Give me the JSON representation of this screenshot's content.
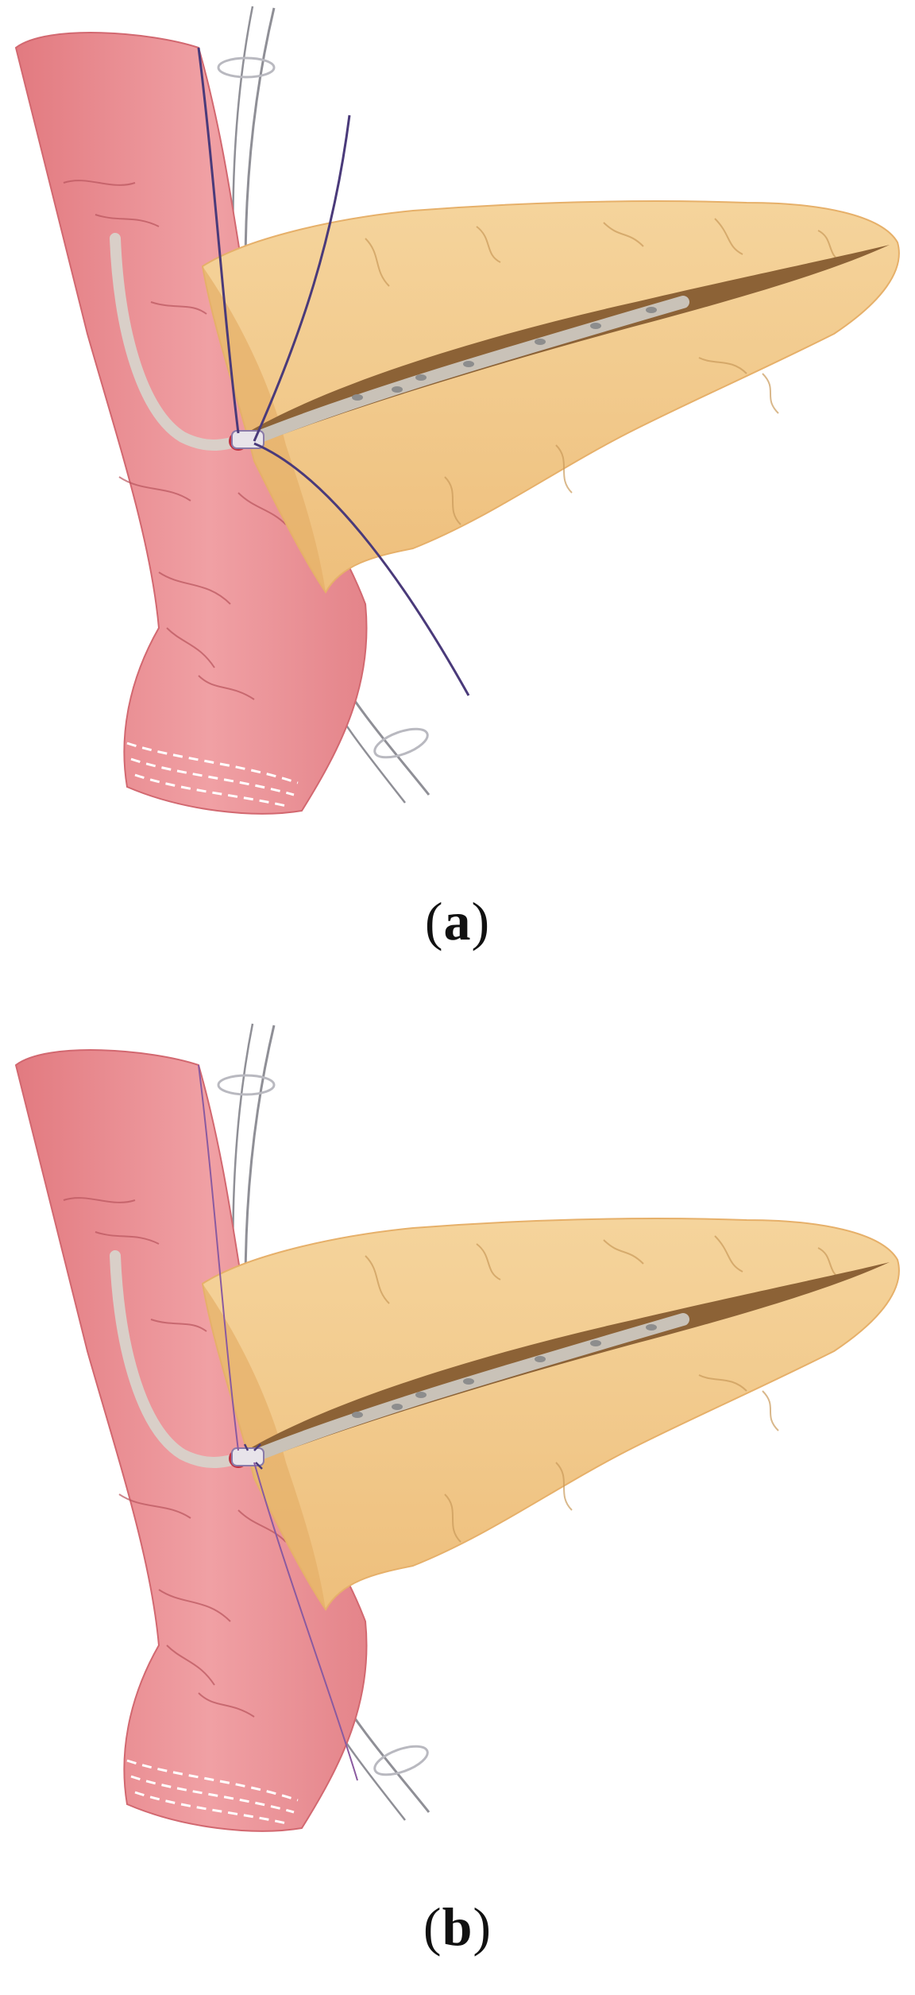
{
  "figure": {
    "panels": [
      {
        "id": "a",
        "label": "a"
      },
      {
        "id": "b",
        "label": "b"
      }
    ]
  },
  "colors": {
    "duodenum": "#e27a80",
    "duodenum_light": "#f0a0a4",
    "duodenum_vein": "#b8545c",
    "pancreas": "#f2c98a",
    "pancreas_edge": "#e6b06a",
    "pancreas_vein": "#c99a5a",
    "duct": "#8c6236",
    "stent": "#c9c2b8",
    "suture": "#4a3a7a",
    "thread": "#8f8f96"
  }
}
